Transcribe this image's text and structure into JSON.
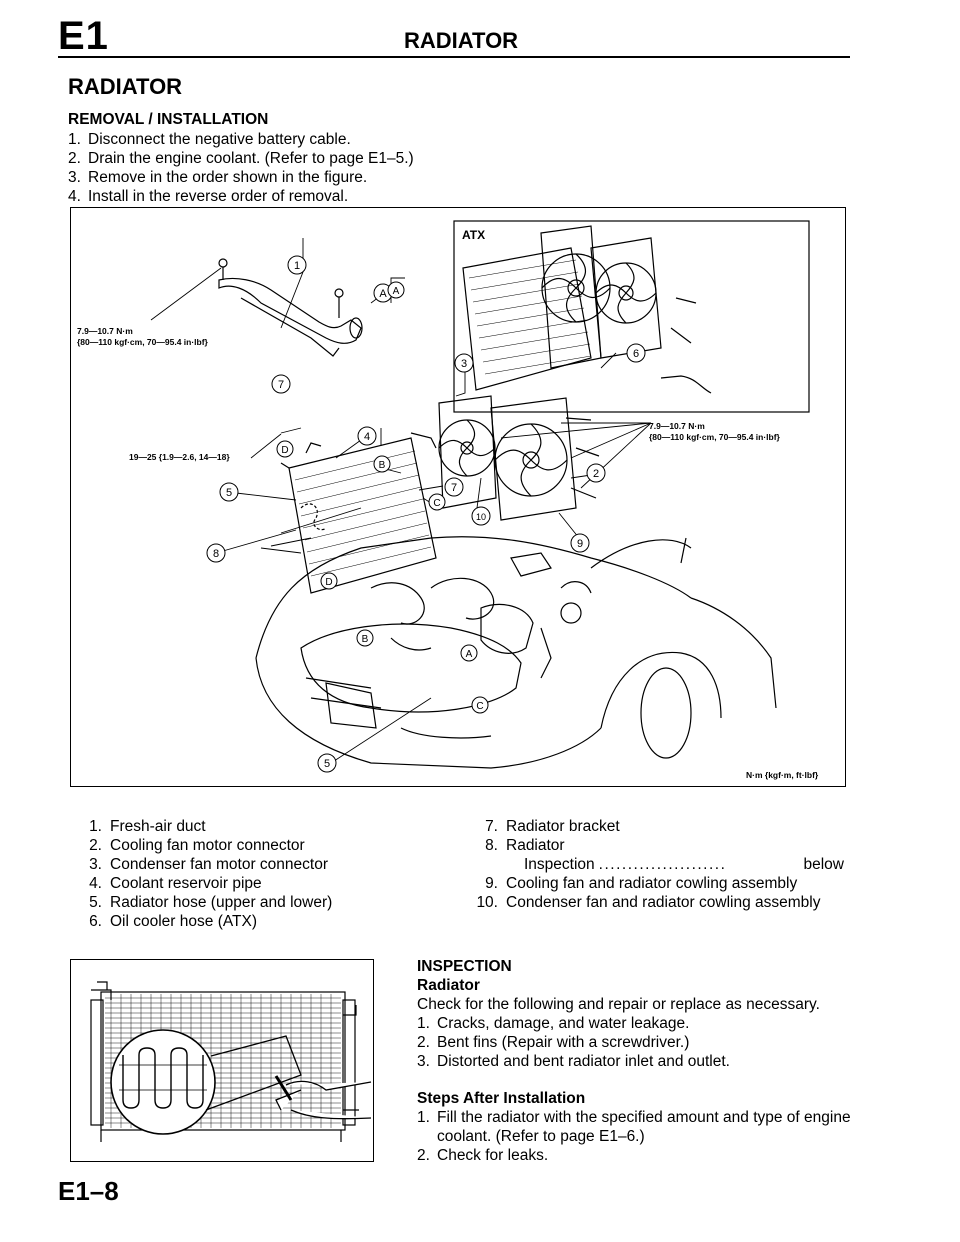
{
  "header": {
    "section_code": "E1",
    "title": "RADIATOR"
  },
  "page_title": "RADIATOR",
  "removal": {
    "heading": "REMOVAL / INSTALLATION",
    "steps": [
      {
        "num": "1.",
        "text": "Disconnect the negative battery cable."
      },
      {
        "num": "2.",
        "text": "Drain the engine coolant. (Refer to page E1–5.)"
      },
      {
        "num": "3.",
        "text": "Remove in the order shown in the figure."
      },
      {
        "num": "4.",
        "text": "Install in the reverse order of removal."
      }
    ]
  },
  "diagram": {
    "atx_label": "ATX",
    "torque_1_line1": "7.9—10.7 N·m",
    "torque_1_line2": "{80—110 kgf·cm, 70—95.4 in·lbf}",
    "torque_2": "19—25 {1.9—2.6, 14—18}",
    "torque_3_line1": "7.9—10.7 N·m",
    "torque_3_line2": "{80—110 kgf·cm, 70—95.4 in·lbf}",
    "unit_note": "N·m {kgf·m, ft·lbf}",
    "callouts": {
      "n1": "1",
      "n2": "2",
      "n3": "3",
      "n4": "4",
      "n5": "5",
      "n5b": "5",
      "n6": "6",
      "n7": "7",
      "n7b": "7",
      "n8": "8",
      "n9": "9",
      "n10": "10",
      "A": "A",
      "A2": "A",
      "B": "B",
      "B2": "B",
      "C": "C",
      "C2": "C",
      "D": "D",
      "D2": "D"
    }
  },
  "parts_left": [
    {
      "num": "1.",
      "text": "Fresh-air duct"
    },
    {
      "num": "2.",
      "text": "Cooling fan motor connector"
    },
    {
      "num": "3.",
      "text": "Condenser fan motor connector"
    },
    {
      "num": "4.",
      "text": "Coolant reservoir pipe"
    },
    {
      "num": "5.",
      "text": "Radiator hose (upper and lower)"
    },
    {
      "num": "6.",
      "text": "Oil cooler hose (ATX)"
    }
  ],
  "parts_right": {
    "item7": {
      "num": "7.",
      "text": "Radiator bracket"
    },
    "item8": {
      "num": "8.",
      "text": "Radiator"
    },
    "item8_sub": {
      "label": "Inspection",
      "dots": "......................",
      "ref": "below"
    },
    "item9": {
      "num": "9.",
      "text": "Cooling fan and radiator cowling assembly"
    },
    "item10": {
      "num": "10.",
      "text": "Condenser fan and radiator cowling assembly"
    }
  },
  "inspection": {
    "heading": "INSPECTION",
    "subheading": "Radiator",
    "intro": "Check for the following and repair or replace as necessary.",
    "checks": [
      {
        "num": "1.",
        "text": "Cracks, damage, and water leakage."
      },
      {
        "num": "2.",
        "text": "Bent fins (Repair with a screwdriver.)"
      },
      {
        "num": "3.",
        "text": "Distorted and bent radiator inlet and outlet."
      }
    ],
    "after_heading": "Steps After Installation",
    "after_steps": [
      {
        "num": "1.",
        "text": "Fill the radiator with the specified amount and type of engine coolant. (Refer to page E1–6.)"
      },
      {
        "num": "2.",
        "text": "Check for leaks."
      }
    ]
  },
  "page_number": "E1–8"
}
